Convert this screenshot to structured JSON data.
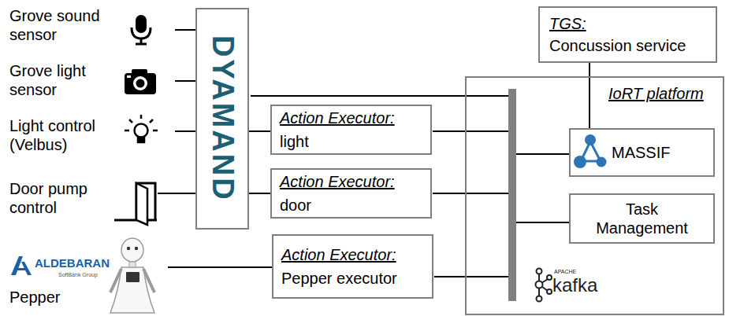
{
  "diagram": {
    "nodes": [
      {
        "text": [
          "Grove sound sensor"
        ]
      },
      {
        "text": [
          "Grove light sensor"
        ]
      },
      {
        "text": [
          "Light control (Velbus)"
        ]
      },
      {
        "text": [
          "Door pump control"
        ]
      },
      {
        "text": [
          "Pepper"
        ]
      },
      {
        "text": [
          "DYAMAND"
        ]
      },
      {
        "text": [
          "Action Executor:",
          "light"
        ]
      },
      {
        "text": [
          "Action Executor:",
          "door"
        ]
      },
      {
        "text": [
          "Action Executor:",
          "Pepper executor"
        ]
      },
      {
        "text": [
          "TGS:",
          "Concussion service"
        ]
      },
      {
        "text": [
          "IoRT platform"
        ]
      },
      {
        "text": [
          "MASSIF"
        ],
        "in": 10
      },
      {
        "text": [
          "Task Management"
        ],
        "in": 10
      }
    ],
    "edges": [
      {
        "from": 0,
        "to": 5,
        "arrow": "none"
      },
      {
        "from": 1,
        "to": 5,
        "arrow": "none"
      },
      {
        "from": 2,
        "to": 5,
        "arrow": "none"
      },
      {
        "from": 3,
        "to": 5,
        "arrow": "none"
      },
      {
        "from": 5,
        "to": 6,
        "arrow": "none"
      },
      {
        "from": 5,
        "to": 7,
        "arrow": "none"
      },
      {
        "from": 4,
        "to": 8,
        "arrow": "none"
      },
      {
        "from": 9,
        "to": 11,
        "arrow": "none"
      }
    ],
    "labels": [
      "ALDEBARAN",
      "SoftBank Group",
      "APACHE",
      "kafka"
    ]
  }
}
